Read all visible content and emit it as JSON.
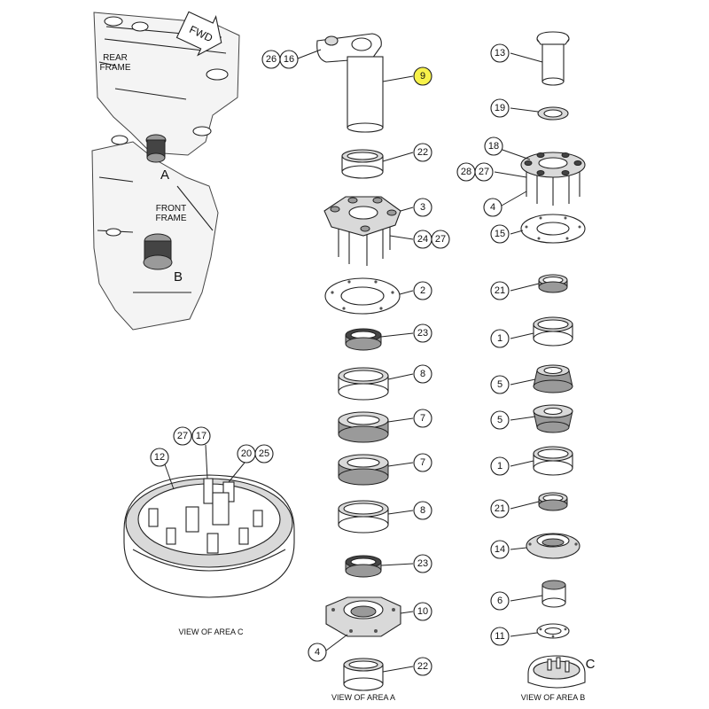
{
  "colors": {
    "line": "#222222",
    "highlight": "#f7f24a",
    "metal_light": "#d9d9d9",
    "metal_dark": "#9a9a9a"
  },
  "labels": {
    "fwd": "FWD",
    "rear_frame": [
      "REAR",
      "FRAME"
    ],
    "front_frame": [
      "FRONT",
      "FRAME"
    ],
    "area_a_marker": "A",
    "area_b_marker": "B",
    "area_c_marker": "C",
    "view_a": "VIEW OF AREA A",
    "view_b": "VIEW OF AREA B",
    "view_c": "VIEW OF AREA C"
  },
  "callouts": {
    "a_top_26": "26",
    "a_top_16": "16",
    "a_9": "9",
    "a_22_top": "22",
    "a_3": "3",
    "a_24": "24",
    "a_27": "27",
    "a_2": "2",
    "a_23_top": "23",
    "a_8_top": "8",
    "a_7_top": "7",
    "a_7_bot": "7",
    "a_8_bot": "8",
    "a_23_bot": "23",
    "a_10": "10",
    "a_4": "4",
    "a_22_bot": "22",
    "b_13": "13",
    "b_19": "19",
    "b_18": "18",
    "b_28": "28",
    "b_27": "27",
    "b_4": "4",
    "b_15": "15",
    "b_21_top": "21",
    "b_1_top": "1",
    "b_5_top": "5",
    "b_5_bot": "5",
    "b_1_bot": "1",
    "b_21_bot": "21",
    "b_14": "14",
    "b_6": "6",
    "b_11": "11",
    "c_12": "12",
    "c_27": "27",
    "c_17": "17",
    "c_20": "20",
    "c_25": "25"
  },
  "highlighted_callout": "9"
}
